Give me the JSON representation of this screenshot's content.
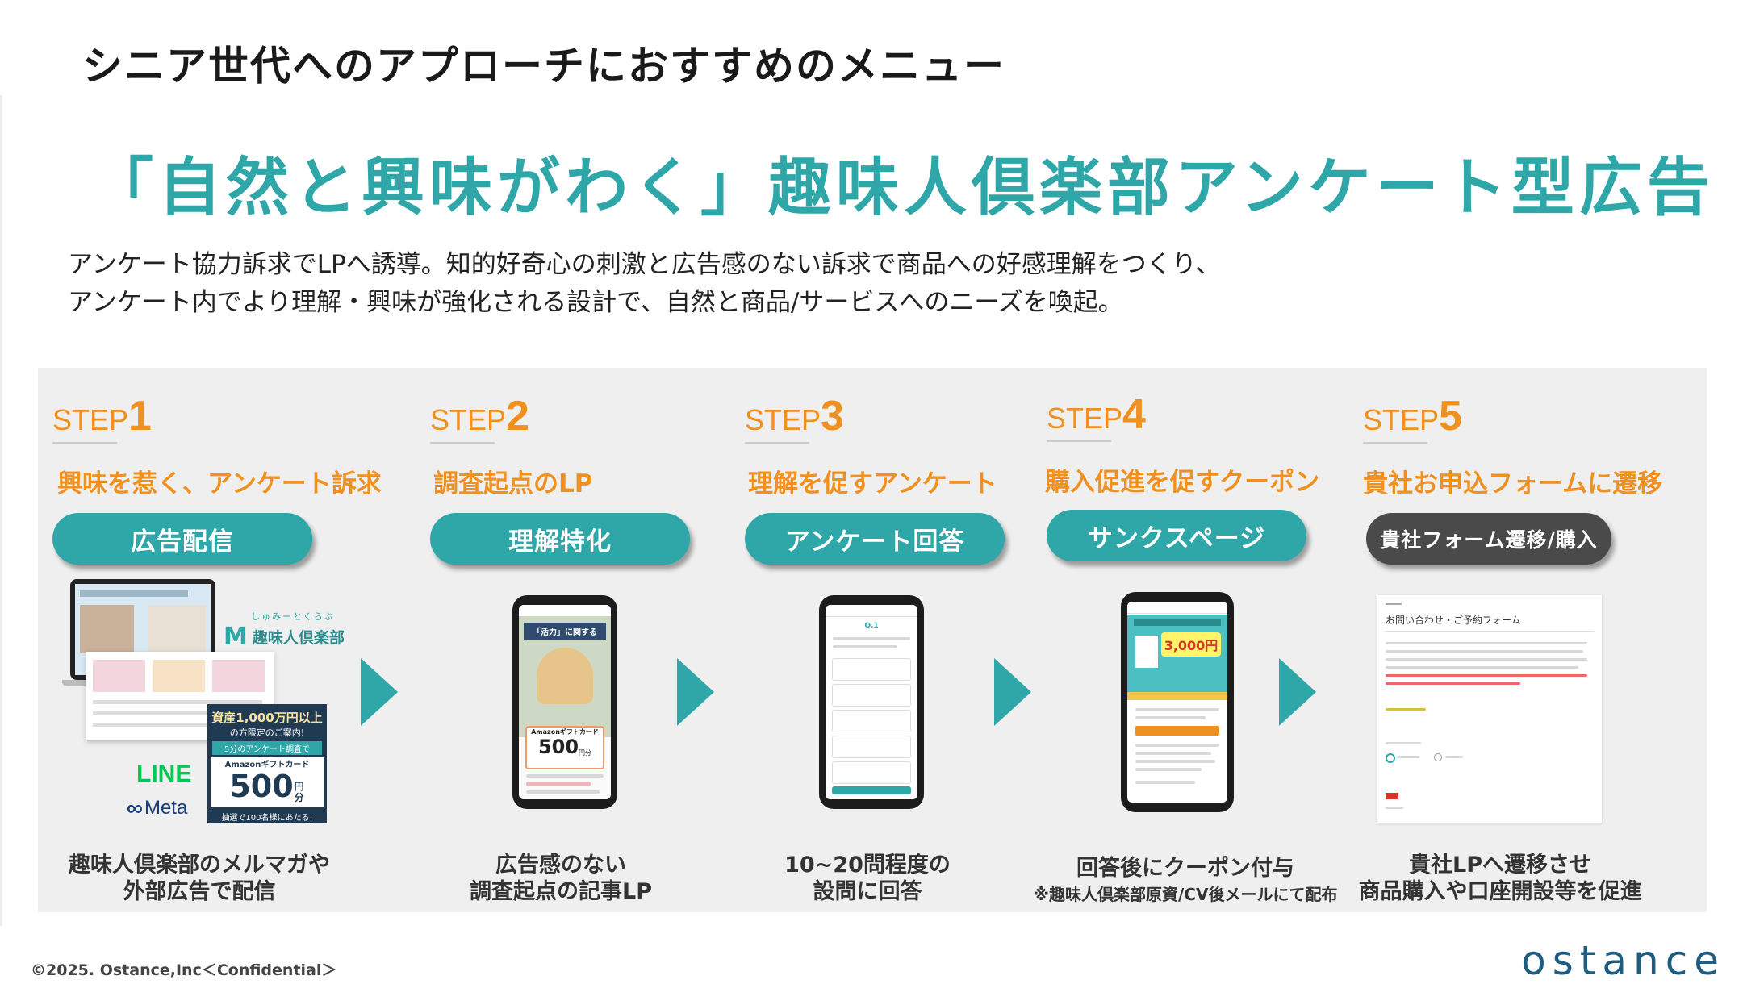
{
  "page_title": "シニア世代へのアプローチにおすすめのメニュー",
  "headline": "「自然と興味がわく」趣味人倶楽部アンケート型広告",
  "description": [
    "アンケート協力訴求でLPへ誘導。知的好奇心の刺激と広告感のない訴求で商品への好感理解をつくり、",
    "アンケート内でより理解・興味が強化される設計で、自然と商品/サービスへのニーズを喚起。"
  ],
  "steps": [
    {
      "step_word": "STEP",
      "step_num": "1",
      "heading": "興味を惹く、アンケート訴求",
      "pill": "広告配信",
      "caption": [
        "趣味人倶楽部のメルマガや",
        "外部広告で配信"
      ]
    },
    {
      "step_word": "STEP",
      "step_num": "2",
      "heading": "調査起点のLP",
      "pill": "理解特化",
      "caption": [
        "広告感のない",
        "調査起点の記事LP"
      ]
    },
    {
      "step_word": "STEP",
      "step_num": "3",
      "heading": "理解を促すアンケート",
      "pill": "アンケート回答",
      "caption": [
        "10~20問程度の",
        "設問に回答"
      ]
    },
    {
      "step_word": "STEP",
      "step_num": "4",
      "heading": "購入促進を促すクーポン",
      "pill": "サンクスページ",
      "caption": [
        "回答後にクーポン付与",
        "※趣味人倶楽部原資/CV後メールにて配布"
      ]
    },
    {
      "step_word": "STEP",
      "step_num": "5",
      "heading": "貴社お申込フォームに遷移",
      "pill": "貴社フォーム遷移/購入",
      "caption": [
        "貴社LPへ遷移させ",
        "商品購入や口座開設等を促進"
      ]
    }
  ],
  "step1_visual": {
    "brand_ruby": "しゅみーとくらぶ",
    "brand": "趣味人倶楽部",
    "line_logo": "LINE",
    "meta_logo": "Meta",
    "ad_line1": "資産1,000万円以上",
    "ad_line2": "の方限定のご案内!",
    "ad_line3": "5分のアンケート調査で",
    "ad_line4": "Amazonギフトカード",
    "ad_amount": "500",
    "ad_unit": "円分",
    "ad_note": "抽選で100名様にあたる!"
  },
  "step2_visual": {
    "title": "「活力」に関する",
    "amount": "500",
    "unit": "円分",
    "label": "Amazonギフトカード"
  },
  "step3_visual": {
    "q": "Q.1"
  },
  "step4_visual": {
    "amount": "3,000円"
  },
  "step5_visual": {
    "form_title": "お問い合わせ・ご予約フォーム"
  },
  "colors": {
    "teal": "#2fa7a8",
    "orange": "#f0901e",
    "dark_pill": "#4a4a4a",
    "panel": "#efefef"
  },
  "footer": "©2025. Ostance,Inc＜Confidential＞",
  "logo": "ostance"
}
